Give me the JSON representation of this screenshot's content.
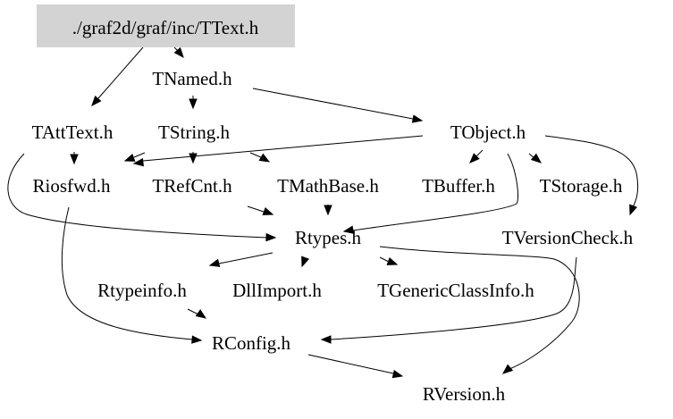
{
  "diagram": {
    "type": "include-dependency-graph",
    "root": "./graf2d/graf/inc/TText.h",
    "colors": {
      "root_fill": "#d3d3d3",
      "edge": "#000000",
      "text": "#000000",
      "background": "#ffffff"
    },
    "nodes": [
      {
        "id": "ttext",
        "label": "./graf2d/graf/inc/TText.h",
        "root": true
      },
      {
        "id": "tnamed",
        "label": "TNamed.h"
      },
      {
        "id": "tatttext",
        "label": "TAttText.h"
      },
      {
        "id": "tstring",
        "label": "TString.h"
      },
      {
        "id": "tobject",
        "label": "TObject.h"
      },
      {
        "id": "riosfwd",
        "label": "Riosfwd.h"
      },
      {
        "id": "trefcnt",
        "label": "TRefCnt.h"
      },
      {
        "id": "tmathbase",
        "label": "TMathBase.h"
      },
      {
        "id": "tbuffer",
        "label": "TBuffer.h"
      },
      {
        "id": "tstorage",
        "label": "TStorage.h"
      },
      {
        "id": "rtypes",
        "label": "Rtypes.h"
      },
      {
        "id": "tversioncheck",
        "label": "TVersionCheck.h"
      },
      {
        "id": "rtypeinfo",
        "label": "Rtypeinfo.h"
      },
      {
        "id": "dllimport",
        "label": "DllImport.h"
      },
      {
        "id": "tgenericclassinfo",
        "label": "TGenericClassInfo.h"
      },
      {
        "id": "rconfig",
        "label": "RConfig.h"
      },
      {
        "id": "rversion",
        "label": "RVersion.h"
      }
    ],
    "edges": [
      {
        "from": "ttext",
        "to": "tatttext"
      },
      {
        "from": "ttext",
        "to": "tnamed"
      },
      {
        "from": "tnamed",
        "to": "tstring"
      },
      {
        "from": "tnamed",
        "to": "tobject"
      },
      {
        "from": "tatttext",
        "to": "riosfwd"
      },
      {
        "from": "tatttext",
        "to": "rtypes"
      },
      {
        "from": "tstring",
        "to": "riosfwd"
      },
      {
        "from": "tstring",
        "to": "trefcnt"
      },
      {
        "from": "tstring",
        "to": "tmathbase"
      },
      {
        "from": "tobject",
        "to": "riosfwd"
      },
      {
        "from": "tobject",
        "to": "tbuffer"
      },
      {
        "from": "tobject",
        "to": "tstorage"
      },
      {
        "from": "tobject",
        "to": "rtypes"
      },
      {
        "from": "tobject",
        "to": "tversioncheck"
      },
      {
        "from": "trefcnt",
        "to": "rtypes"
      },
      {
        "from": "tmathbase",
        "to": "rtypes"
      },
      {
        "from": "riosfwd",
        "to": "rconfig"
      },
      {
        "from": "rtypes",
        "to": "rtypeinfo"
      },
      {
        "from": "rtypes",
        "to": "dllimport"
      },
      {
        "from": "rtypes",
        "to": "tgenericclassinfo"
      },
      {
        "from": "rtypes",
        "to": "rversion"
      },
      {
        "from": "rtypeinfo",
        "to": "rconfig"
      },
      {
        "from": "tversioncheck",
        "to": "rconfig"
      },
      {
        "from": "rconfig",
        "to": "rversion"
      }
    ]
  }
}
